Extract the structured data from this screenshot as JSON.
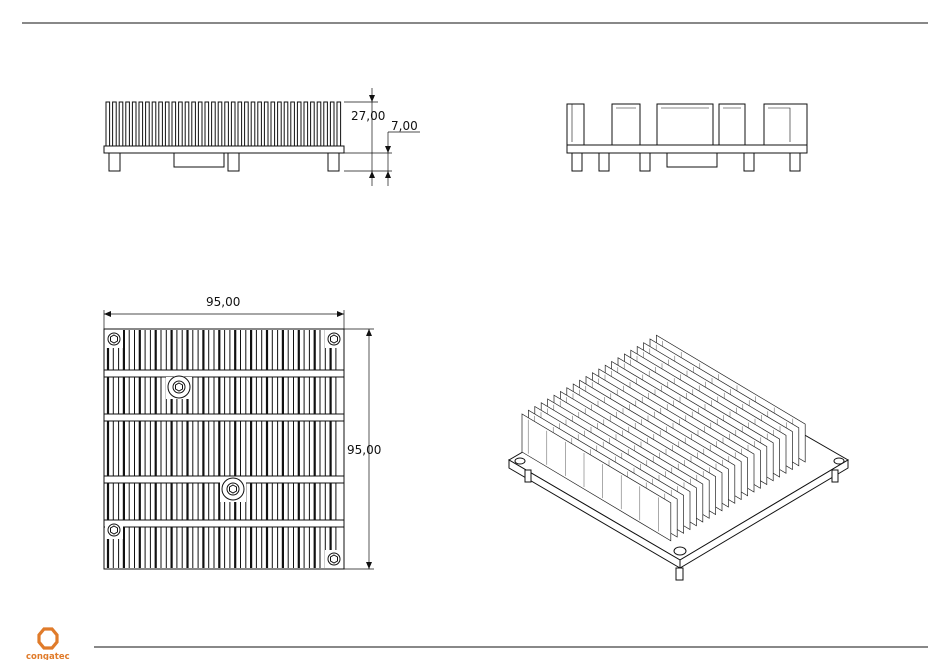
{
  "dimensions": {
    "height": "27,00",
    "standoff": "7,00",
    "width": "95,00",
    "depth": "95,00"
  },
  "logo": {
    "brand": "congatec",
    "color": "#e07b2a"
  },
  "colors": {
    "line": "#111111",
    "fin": "#333333"
  }
}
